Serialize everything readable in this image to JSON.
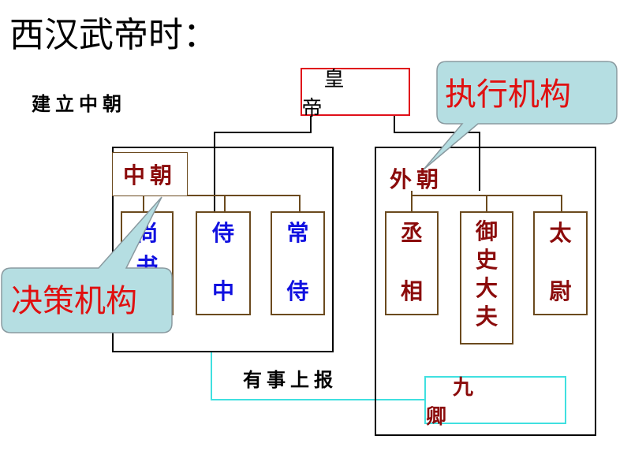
{
  "title": "西汉武帝时：",
  "subtitle": "建立中朝",
  "emperor": {
    "label": "皇　帝"
  },
  "zhongchao": {
    "label": "中朝",
    "offices": [
      {
        "chars": [
          "尚",
          "书"
        ],
        "color": "blue"
      },
      {
        "chars": [
          "侍",
          "中"
        ],
        "color": "blue"
      },
      {
        "chars": [
          "常",
          "侍"
        ],
        "color": "blue"
      }
    ]
  },
  "waichao": {
    "label": "外朝",
    "offices": [
      {
        "chars": [
          "丞",
          "相"
        ],
        "color": "maroon"
      },
      {
        "chars": [
          "御",
          "史",
          "大",
          "夫"
        ],
        "color": "maroon"
      },
      {
        "chars": [
          "太",
          "尉"
        ],
        "color": "maroon"
      }
    ]
  },
  "report_label": "有事上报",
  "jiuqing": {
    "label": "九　卿"
  },
  "callouts": {
    "executive": "执行机构",
    "decision": "决策机构"
  },
  "colors": {
    "emperor_border": "#e0101a",
    "link_line": "#6b4a1e",
    "report_line": "#40e0e0",
    "callout_fill": "#b5dee2",
    "callout_text": "#e01010",
    "zhongchao_office_text": "#1010e0",
    "waichao_office_text": "#8b0b0b"
  }
}
